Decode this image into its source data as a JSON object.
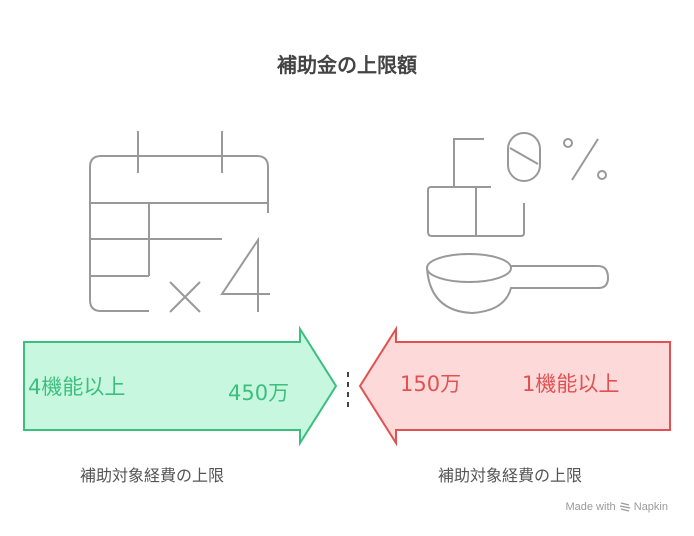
{
  "title": "補助金の上限額",
  "left": {
    "icon": "calendar-times-four-icon",
    "arrow_direction": "right",
    "condition": "4機能以上",
    "amount": "450万",
    "caption": "補助対象経費の上限",
    "fill_color": "#c8f7df",
    "stroke_color": "#3cbf7e"
  },
  "right": {
    "icon": "measuring-scoop-percent-icon",
    "arrow_direction": "left",
    "condition": "1機能以上",
    "amount": "150万",
    "caption": "補助対象経費の上限",
    "fill_color": "#fdd9d9",
    "stroke_color": "#e05252"
  },
  "divider": "dashed-vertical-line",
  "footer": {
    "prefix": "Made with",
    "brand": "Napkin"
  }
}
